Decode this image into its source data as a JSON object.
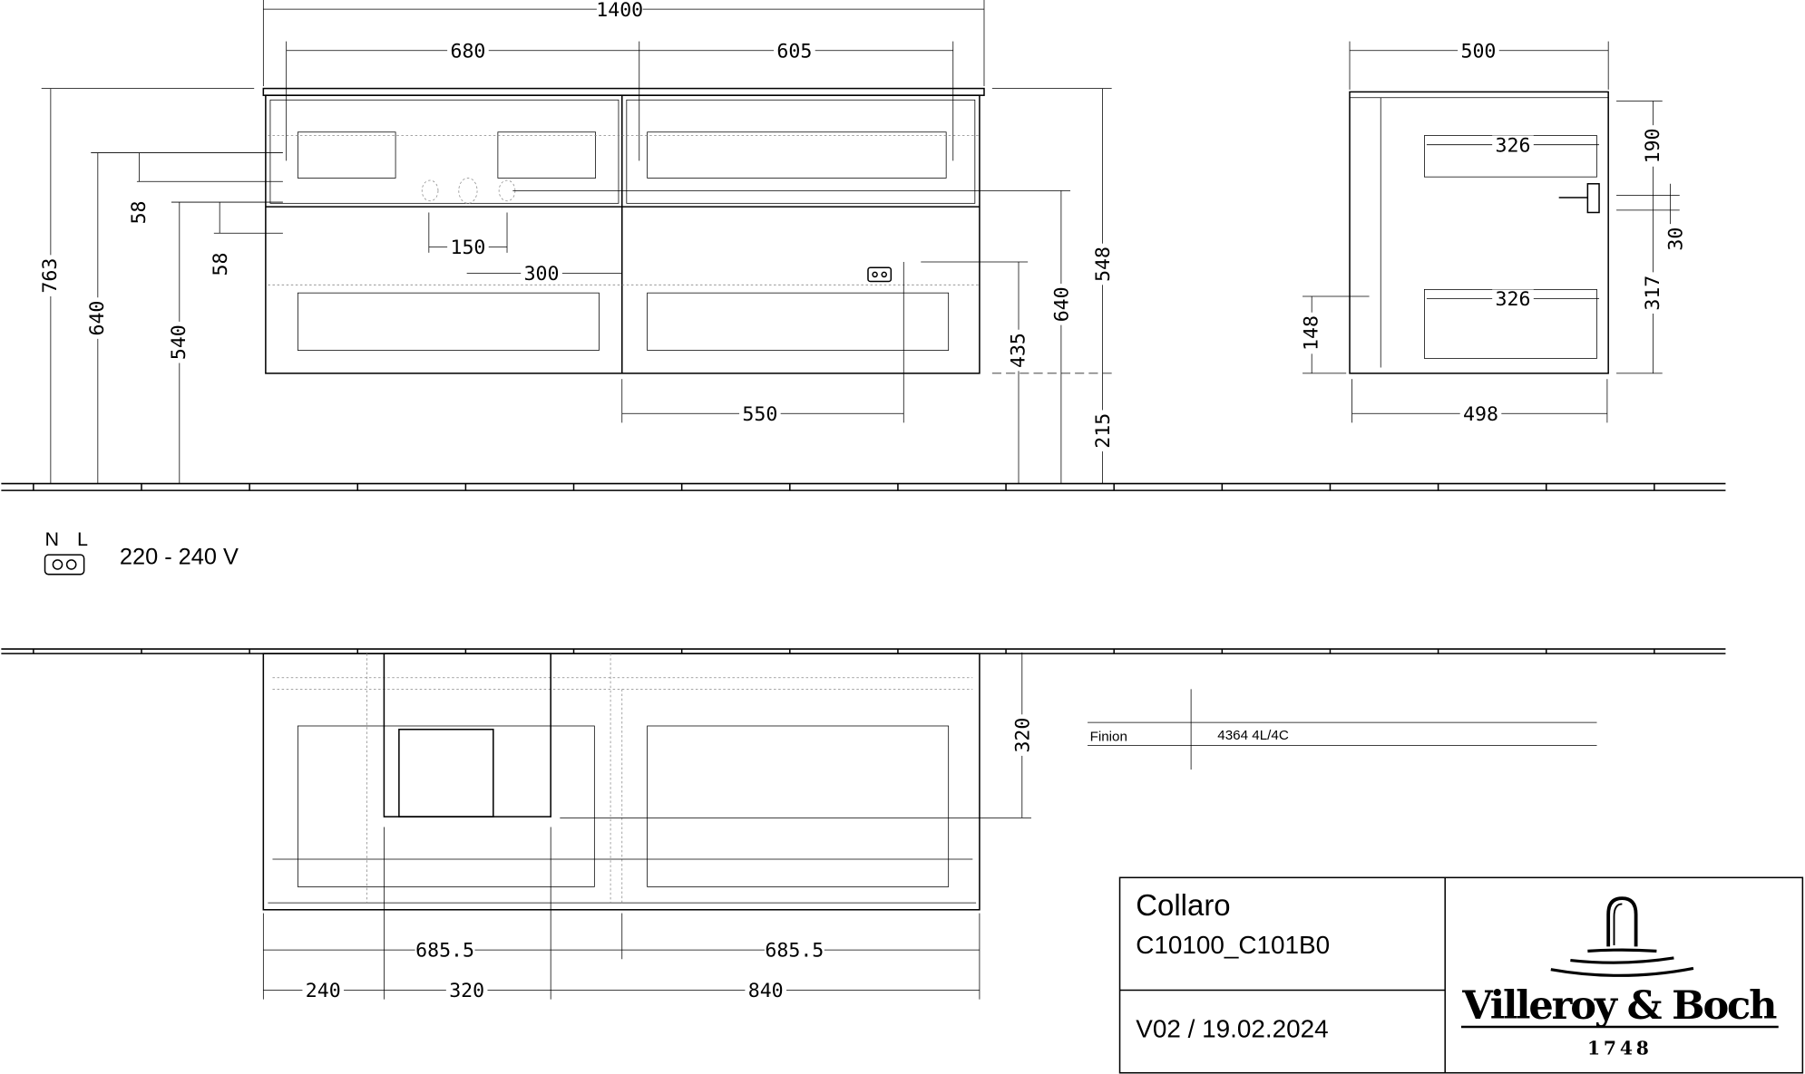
{
  "front_view": {
    "dims": {
      "overall_width": "1400",
      "drawer_left": "680",
      "drawer_right": "605",
      "total_height": "763",
      "height_640_left": "640",
      "height_540": "540",
      "offset_58_upper": "58",
      "offset_58_lower": "58",
      "tap_spacing": "150",
      "center_300": "300",
      "socket_550": "550",
      "socket_435": "435",
      "height_640_right": "640",
      "body_548": "548",
      "floor_215": "215"
    }
  },
  "side_view": {
    "dims": {
      "depth_top": "500",
      "inner_upper": "326",
      "inner_lower": "326",
      "upper_190": "190",
      "gap_30": "30",
      "lower_317": "317",
      "foot_148": "148",
      "depth_bottom": "498"
    }
  },
  "plan_view": {
    "dims": {
      "depth_320": "320",
      "half_left": "685.5",
      "half_right": "685.5",
      "seg_240": "240",
      "seg_320": "320",
      "seg_840": "840"
    }
  },
  "electrical": {
    "neutral": "N",
    "live": "L",
    "voltage": "220 - 240 V"
  },
  "spec_table": {
    "label": "Finion",
    "value": "4364 4L/4C"
  },
  "title_block": {
    "product": "Collaro",
    "article": "C10100_C101B0",
    "version": "V02 / 19.02.2024",
    "brand": "Villeroy & Boch",
    "founded": "1748"
  }
}
